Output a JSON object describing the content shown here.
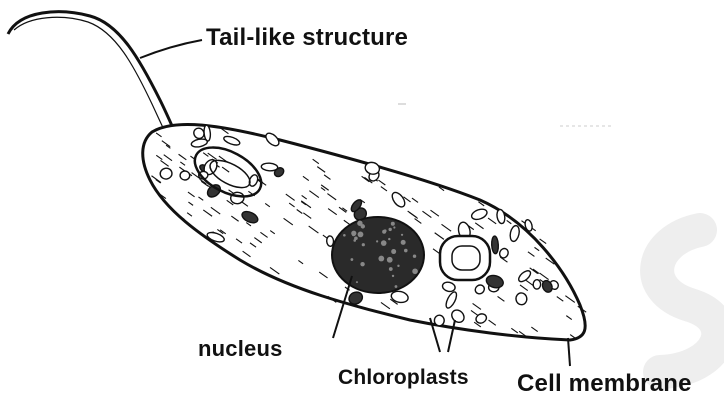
{
  "figure": {
    "labels": {
      "tail": "Tail-like structure",
      "nucleus": "nucleus",
      "chloroplasts": "Chloroplasts",
      "cell_membrane": "Cell membrane"
    },
    "colors": {
      "ink": "#111111",
      "background": "#ffffff",
      "watermark": "#eeeeee"
    }
  }
}
